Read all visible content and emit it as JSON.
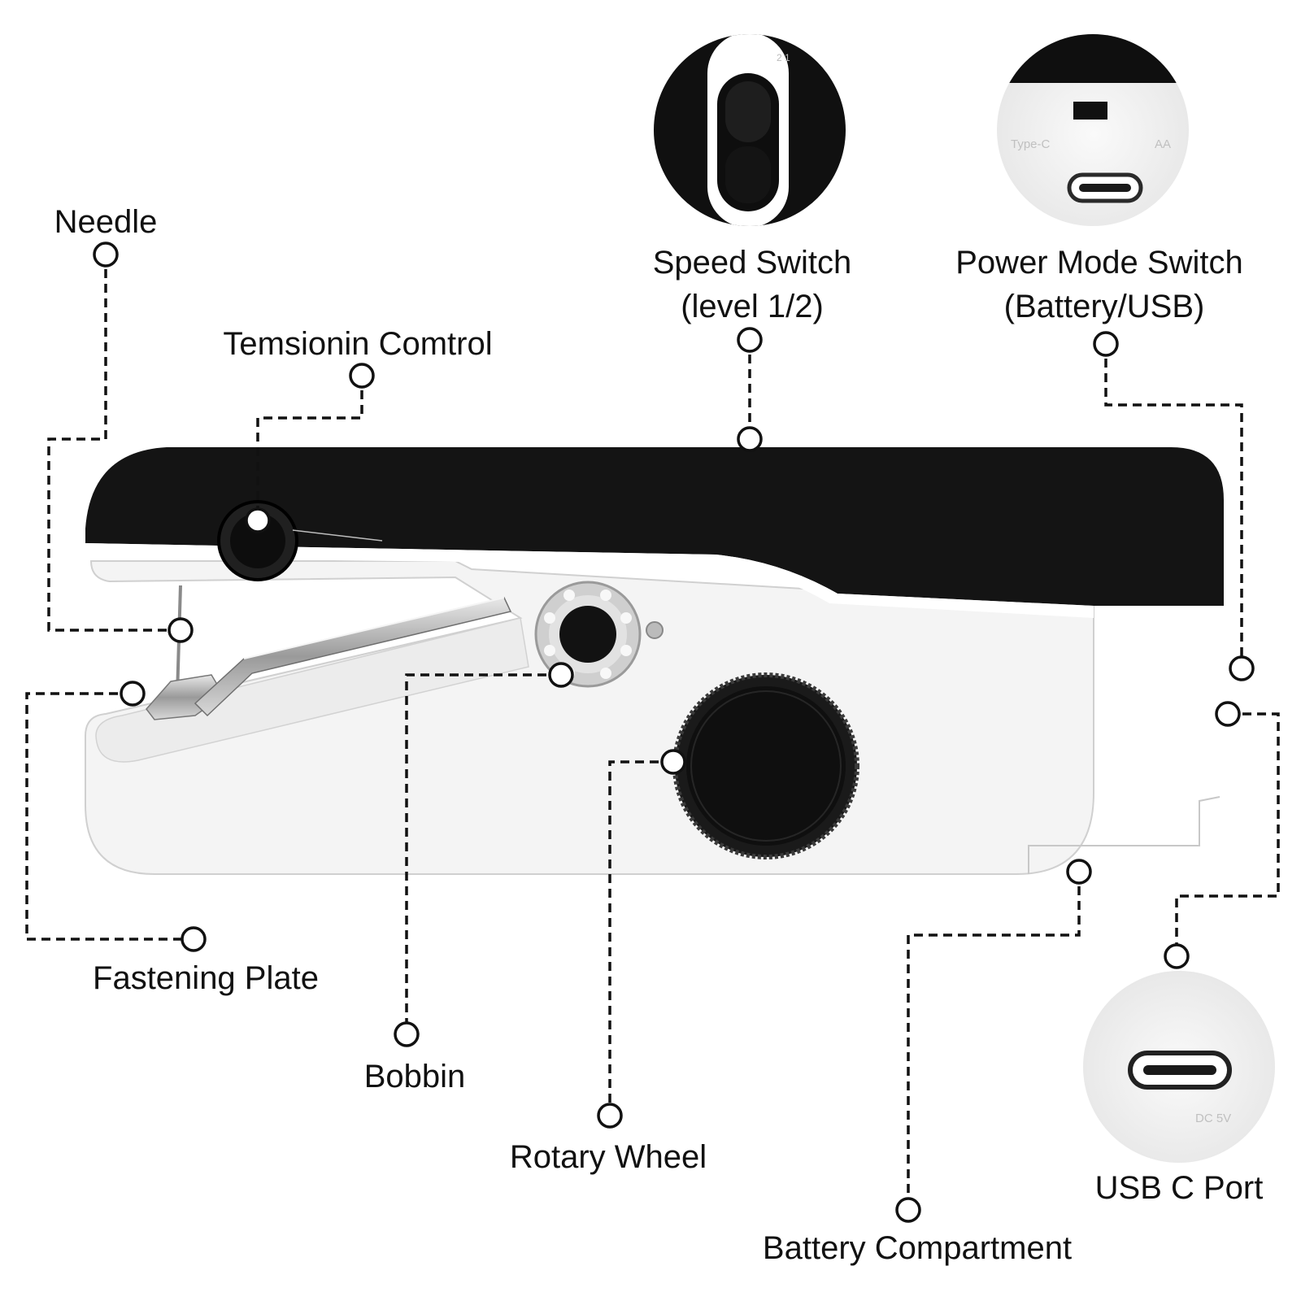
{
  "labels": {
    "needle": "Needle",
    "tension_control": "Temsionin Comtrol",
    "speed_switch_line1": "Speed Switch",
    "speed_switch_line2": "(level 1/2)",
    "power_mode_line1": "Power Mode Switch",
    "power_mode_line2": "(Battery/USB)",
    "fastening_plate": "Fastening Plate",
    "bobbin": "Bobbin",
    "rotary_wheel": "Rotary Wheel",
    "battery_compartment": "Battery Compartment",
    "usb_c_port": "USB C Port"
  },
  "inset_text": {
    "port_type": "Type-C",
    "battery_type": "AA",
    "dc_rating": "DC 5V",
    "speed_levels": "2 1"
  },
  "colors": {
    "body_black": "#141414",
    "body_white": "#f4f4f4",
    "metal": "#b8b8b8",
    "line": "#111111"
  }
}
